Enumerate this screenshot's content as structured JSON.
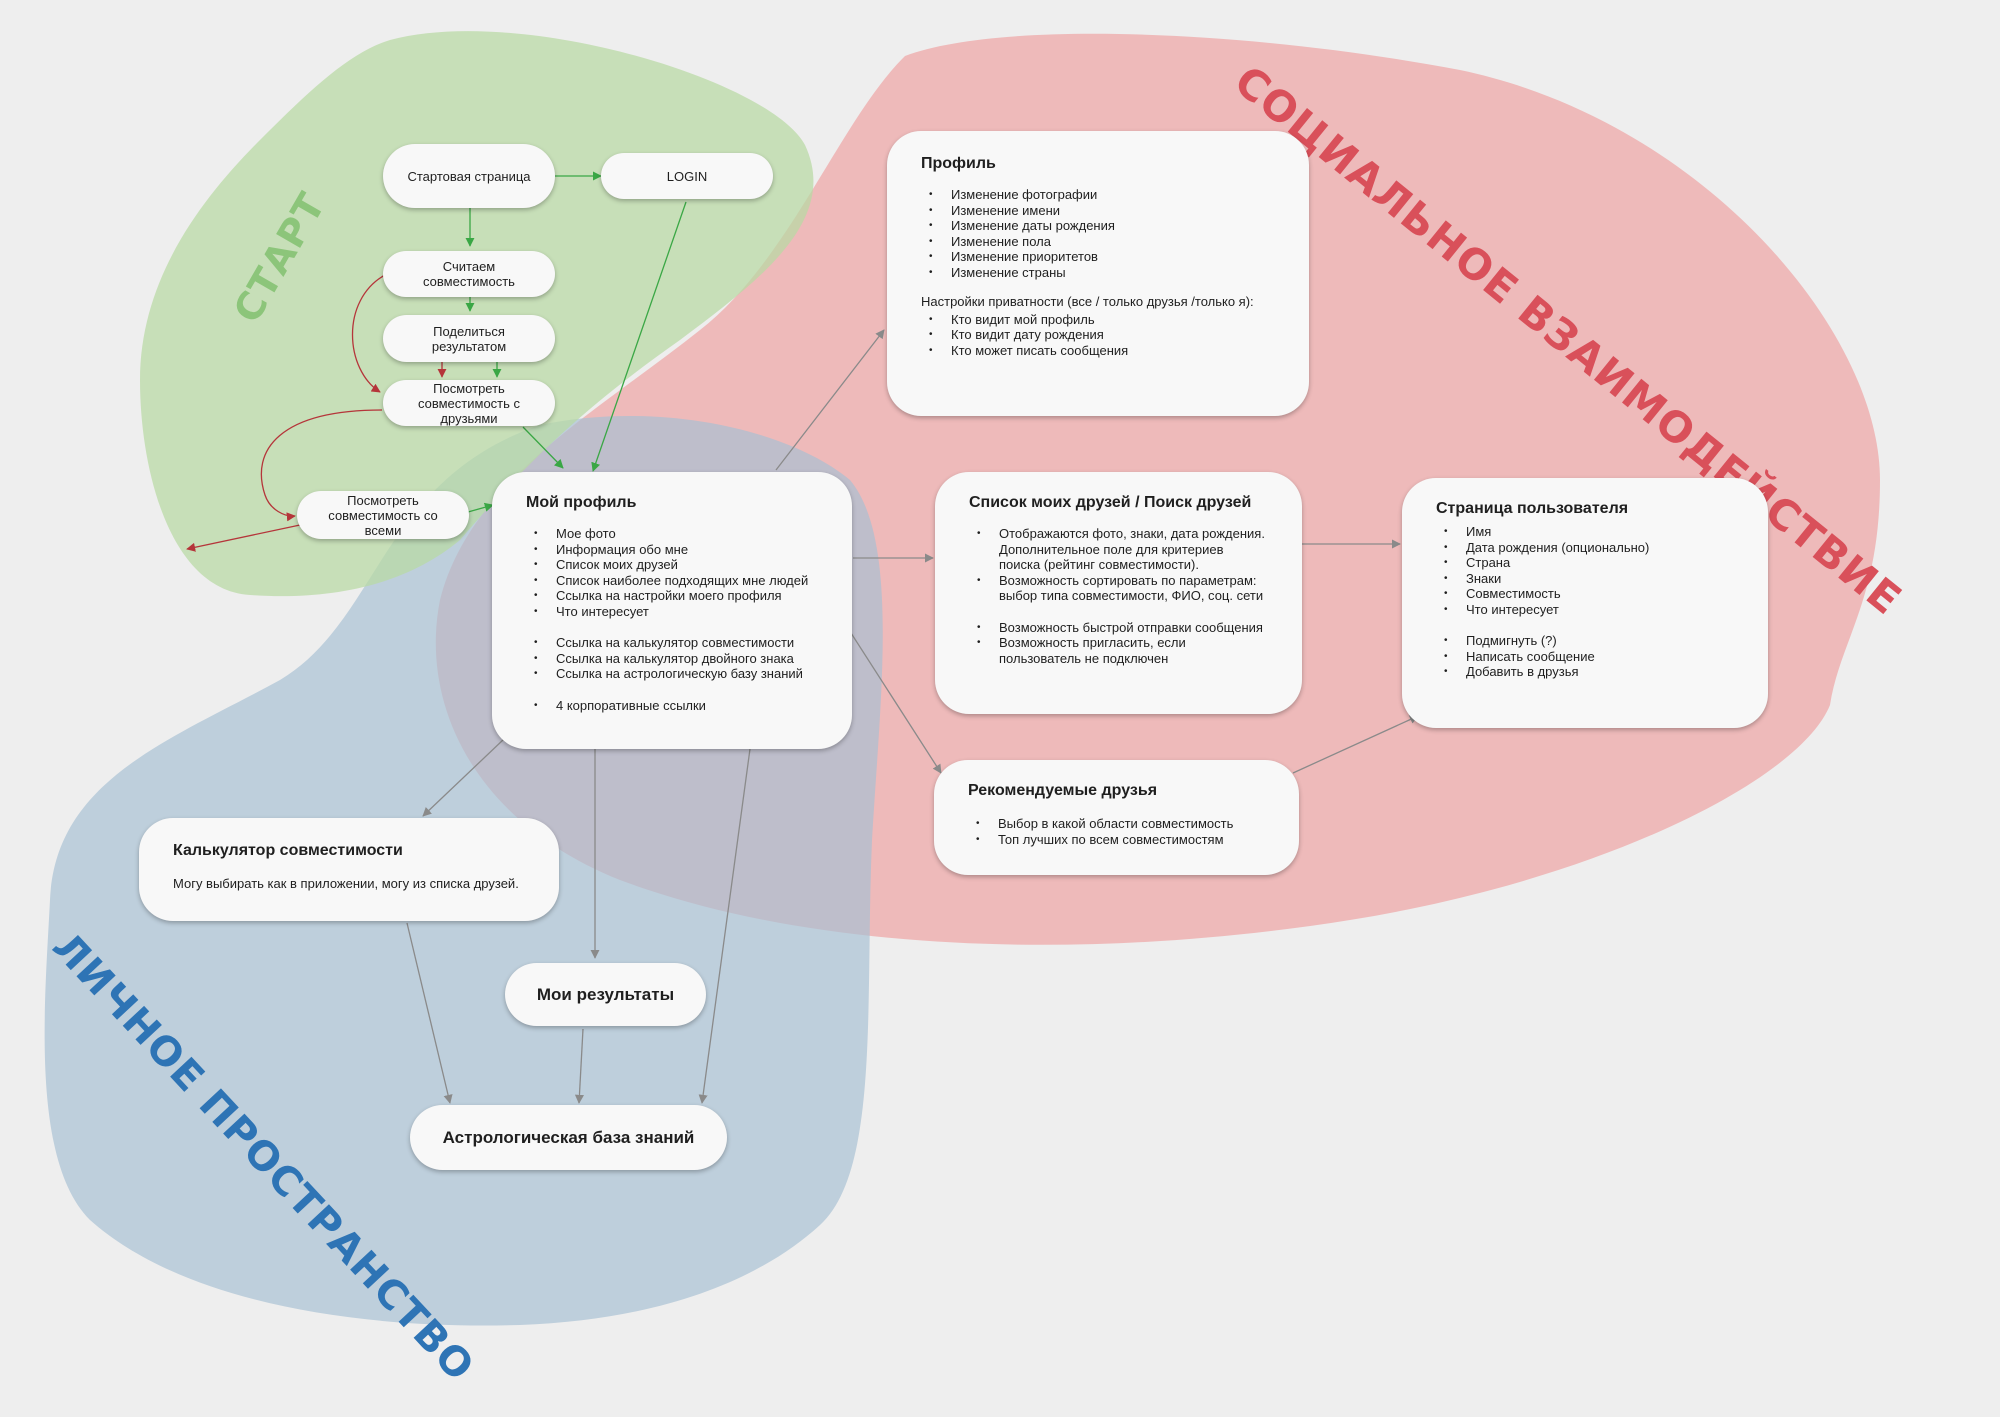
{
  "zones": {
    "start": {
      "label": "СТАРТ",
      "color": "#b8d9a4"
    },
    "social": {
      "label": "СОЦИАЛЬНОЕ ВЗАИМОДЕЙСТВИЕ",
      "color": "#efa6a6"
    },
    "personal": {
      "label": "ЛИЧНОЕ ПРОСТРАНСТВО",
      "color": "#a6bfd3"
    }
  },
  "label_colors": {
    "start": "#8cc57a",
    "social": "#d9505a",
    "personal": "#2e74b5"
  },
  "edge_colors": {
    "green": "#3aa745",
    "red": "#b5353a",
    "gray": "#8a8a8a"
  },
  "nodes": {
    "start_page": "Стартовая страница",
    "login": "LOGIN",
    "calc_compat": "Считаем совместимость",
    "share_result": "Поделиться результатом",
    "view_friends": "Посмотреть совместимость с друзьями",
    "view_all": "Посмотреть совместимость со всеми",
    "my_results": "Мои результаты",
    "astro_base": "Астрологическая база знаний"
  },
  "cards": {
    "my_profile": {
      "title": "Мой профиль",
      "items": [
        "Мое фото",
        "Информация обо мне",
        "Список моих друзей",
        "Список наиболее подходящих мне людей",
        "Ссылка на настройки моего профиля",
        "Что интересует"
      ],
      "links": [
        "Ссылка на калькулятор совместимости",
        "Ссылка на калькулятор двойного знака",
        "Ссылка на астрологическую базу знаний"
      ],
      "corporate": "4 корпоративные ссылки"
    },
    "profile": {
      "title": "Профиль",
      "items": [
        "Изменение фотографии",
        "Изменение имени",
        "Изменение даты рождения",
        "Изменение пола",
        "Изменение приоритетов",
        "Изменение страны"
      ],
      "privacy_note": "Настройки приватности (все / только друзья /только я):",
      "privacy_items": [
        "Кто видит мой профиль",
        "Кто видит дату рождения",
        "Кто может писать сообщения"
      ]
    },
    "friends": {
      "title": "Список моих друзей / Поиск друзей",
      "items": [
        "Отображаются фото, знаки, дата рождения. Дополнительное поле для критериев поиска (рейтинг совместимости).",
        "Возможность сортировать по параметрам: выбор типа совместимости, ФИО, соц. сети"
      ],
      "extra": [
        "Возможность быстрой отправки сообщения",
        "Возможность пригласить, если пользователь не подключен"
      ]
    },
    "user_page": {
      "title": "Страница пользователя",
      "items": [
        "Имя",
        "Дата рождения (опционально)",
        "Страна",
        "Знаки",
        "Совместимость",
        "Что интересует"
      ],
      "actions": [
        "Подмигнуть (?)",
        "Написать сообщение",
        "Добавить в друзья"
      ]
    },
    "recommended": {
      "title": "Рекомендуемые друзья",
      "items": [
        "Выбор в какой области совместимость",
        "Топ лучших по всем совместимостям"
      ]
    },
    "calculator": {
      "title": "Калькулятор совместимости",
      "desc": "Могу выбирать как в приложении, могу из списка друзей."
    }
  }
}
